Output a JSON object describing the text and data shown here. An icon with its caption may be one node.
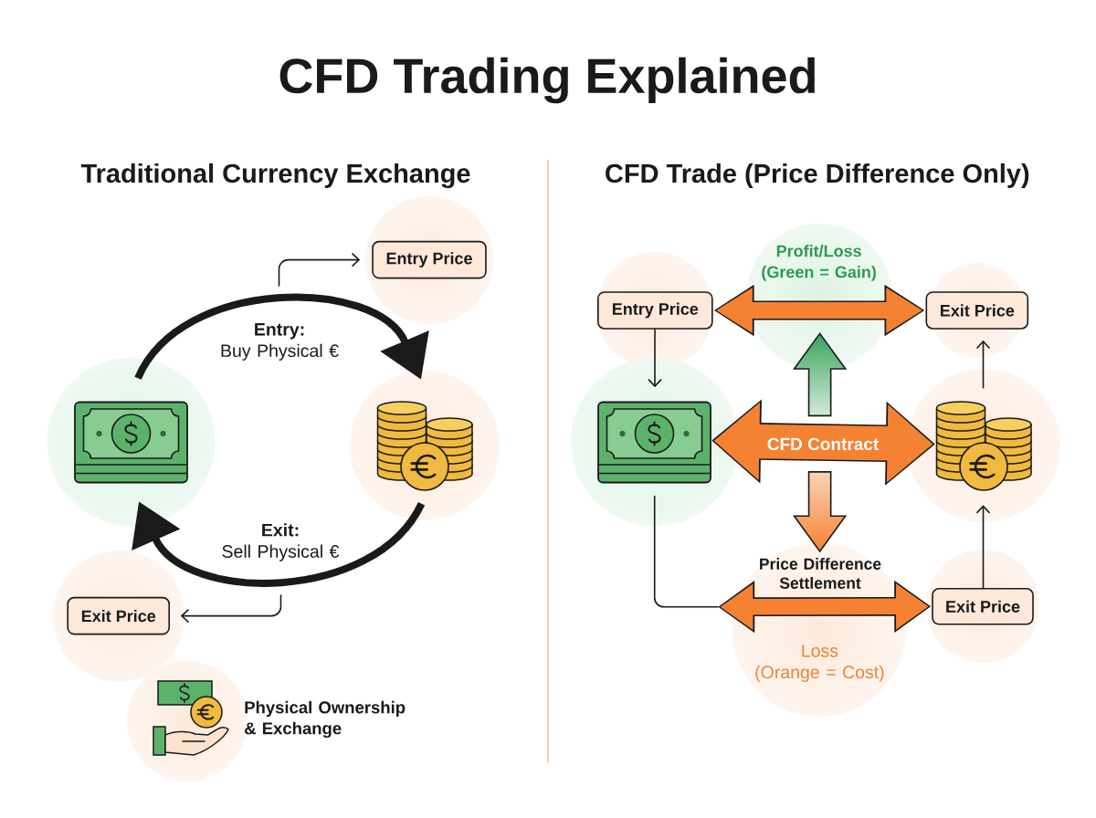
{
  "diagram": {
    "title": "CFD Trading Explained",
    "nodes": [
      {
        "text": [],
        "shape": "picture"
      },
      {
        "text": [],
        "shape": "picture"
      },
      {
        "text": [
          "Entry Price"
        ]
      },
      {
        "text": [
          "Exit Price"
        ]
      },
      {
        "text": [],
        "shape": "picture"
      },
      {
        "text": [],
        "shape": "picture"
      },
      {
        "text": [
          "Entry Price"
        ]
      },
      {
        "text": [
          "Exit Price"
        ]
      },
      {
        "text": [
          "Exit Price"
        ]
      }
    ],
    "edges": [
      {
        "from": 0,
        "to": 1,
        "arrow": "to",
        "style": "thick",
        "label": "**Entry:** Buy Physical €"
      },
      {
        "from": 1,
        "to": 0,
        "arrow": "to",
        "style": "thick",
        "label": "**Exit:** Sell Physical €"
      },
      {
        "from": null,
        "to": 2,
        "arrow": "to"
      },
      {
        "from": null,
        "to": 3,
        "arrow": "to"
      },
      {
        "from": 6,
        "to": 4,
        "arrow": "to"
      },
      {
        "from": 6,
        "to": 7,
        "arrow": "both",
        "style": "thick",
        "color": "#f58233",
        "label": "Profit/Loss (Green = Gain)"
      },
      {
        "from": 5,
        "to": 7,
        "arrow": "to"
      },
      {
        "from": 4,
        "to": 5,
        "arrow": "both",
        "style": "thick",
        "color": "#f58233",
        "label": "CFD Contract"
      },
      {
        "from": 4,
        "to": null,
        "arrow": "none"
      },
      {
        "from": null,
        "to": 8,
        "arrow": "both",
        "style": "thick",
        "color": "#f58233",
        "label": "Price Difference Settlement"
      },
      {
        "from": 8,
        "to": 5,
        "arrow": "to"
      }
    ],
    "labels": [
      "Traditional Currency Exchange",
      "CFD Trade (Price Difference Only)",
      "Loss (Orange = Cost)"
    ],
    "legend": [
      {
        "text": "Physical Ownership & Exchange"
      }
    ]
  }
}
